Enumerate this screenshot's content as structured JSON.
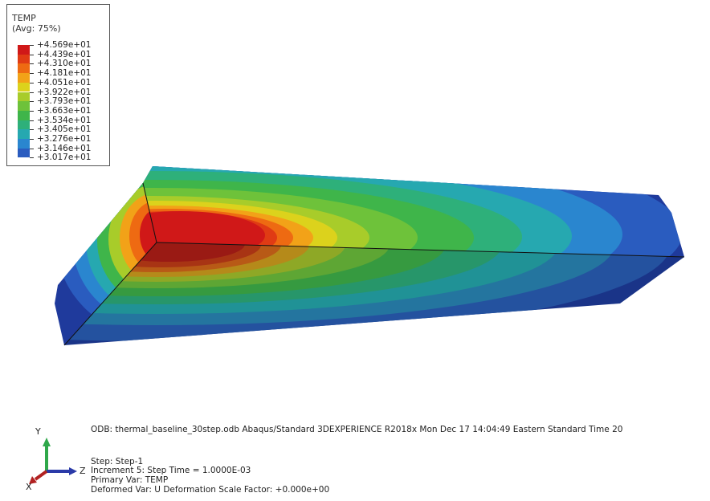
{
  "legend": {
    "title": "TEMP",
    "subtitle": "(Avg: 75%)",
    "entries": [
      {
        "label": "+4.569e+01",
        "color": "#d01818"
      },
      {
        "label": "+4.439e+01",
        "color": "#e03b14"
      },
      {
        "label": "+4.310e+01",
        "color": "#ee6a12"
      },
      {
        "label": "+4.181e+01",
        "color": "#f2a218"
      },
      {
        "label": "+4.051e+01",
        "color": "#dcd21c"
      },
      {
        "label": "+3.922e+01",
        "color": "#a8cc2a"
      },
      {
        "label": "+3.793e+01",
        "color": "#6ec23a"
      },
      {
        "label": "+3.663e+01",
        "color": "#3fb54a"
      },
      {
        "label": "+3.534e+01",
        "color": "#2eb07a"
      },
      {
        "label": "+3.405e+01",
        "color": "#26a8b0"
      },
      {
        "label": "+3.276e+01",
        "color": "#2a86cf"
      },
      {
        "label": "+3.146e+01",
        "color": "#2a5cbf"
      },
      {
        "label": "+3.017e+01",
        "color": "#1f3a9c"
      }
    ]
  },
  "info": {
    "odb_line": "ODB: thermal_baseline_30step.odb    Abaqus/Standard 3DEXPERIENCE R2018x    Mon Dec 17 14:04:49 Eastern Standard Time 20",
    "step_line": "Step: Step-1",
    "increment_line": "Increment      5: Step Time =    1.0000E-03",
    "primary_line": "Primary Var: TEMP",
    "deformed_line": "Deformed Var: U   Deformation Scale Factor: +0.000e+00"
  },
  "triad": {
    "y": "Y",
    "z": "Z",
    "x": "X",
    "y_color": "#2fa84a",
    "z_color": "#2a3aa8",
    "x_color": "#b22222"
  }
}
